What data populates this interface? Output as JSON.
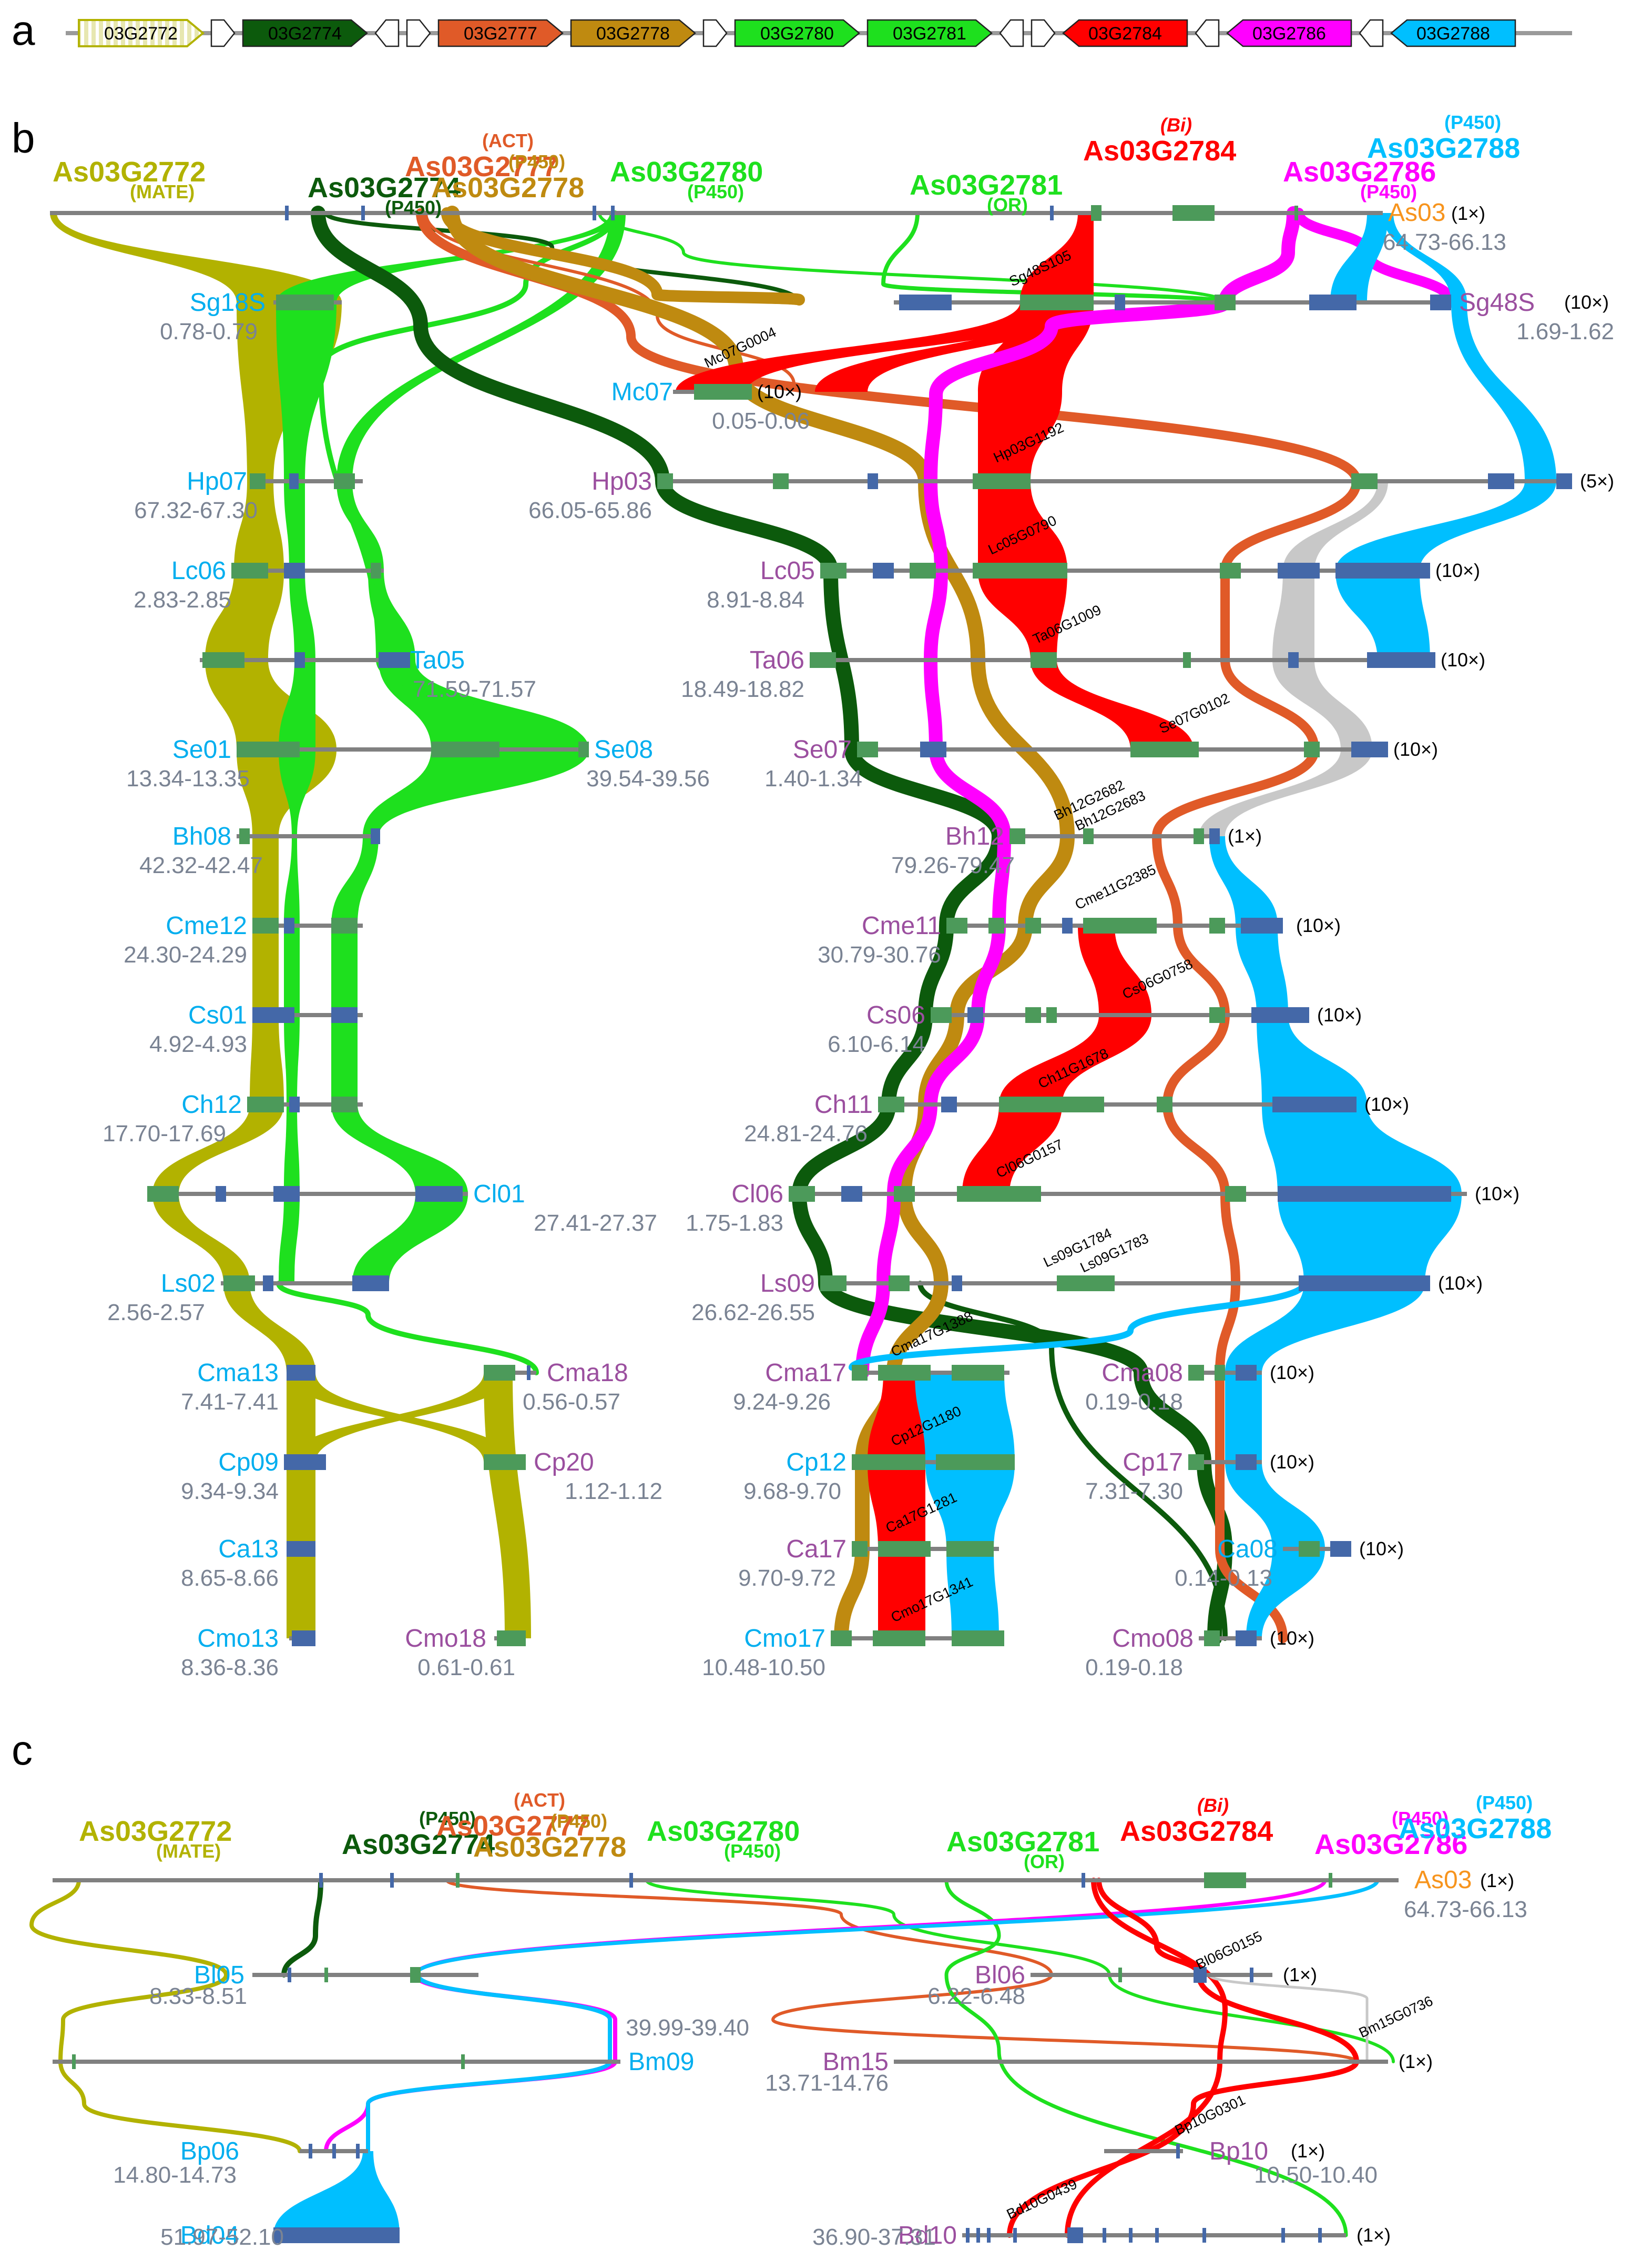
{
  "colors": {
    "mate": "#b2b200",
    "p450_2774": "#0c5a0c",
    "act": "#e05a28",
    "p450_2778": "#bf8a10",
    "p450_2780": "#1ee01e",
    "or": "#1ee01e",
    "bi": "#ff0000",
    "p450_2786": "#ff00ff",
    "p450_2788": "#00bfff",
    "chrLine": "#808080",
    "blockGreen": "#4c9a5a",
    "blockBlue": "#4468a8",
    "grey": "#c8c8c8",
    "blueName": "#00aeef",
    "purpleName": "#9b4f9f",
    "orangeName": "#f7941d"
  },
  "panel_a": {
    "letter": "a",
    "arrows": [
      {
        "label": "03G2772",
        "color": "mate",
        "hatched": true
      },
      {
        "label": "",
        "color": "white"
      },
      {
        "label": "03G2774",
        "color": "p450_2774"
      },
      {
        "label": "",
        "color": "white",
        "reverse": true
      },
      {
        "label": "",
        "color": "white"
      },
      {
        "label": "03G2777",
        "color": "act"
      },
      {
        "label": "03G2778",
        "color": "p450_2778"
      },
      {
        "label": "",
        "color": "white"
      },
      {
        "label": "03G2780",
        "color": "p450_2780"
      },
      {
        "label": "03G2781",
        "color": "or"
      },
      {
        "label": "",
        "color": "white",
        "reverse": true
      },
      {
        "label": "",
        "color": "white"
      },
      {
        "label": "03G2784",
        "color": "bi",
        "reverse": true
      },
      {
        "label": "",
        "color": "white",
        "reverse": true
      },
      {
        "label": "03G2786",
        "color": "p450_2786",
        "reverse": true
      },
      {
        "label": "",
        "color": "white",
        "reverse": true
      },
      {
        "label": "03G2788",
        "color": "p450_2788",
        "reverse": true
      }
    ]
  },
  "genes": [
    {
      "name": "As03G2772",
      "ann": "(MATE)",
      "color": "mate"
    },
    {
      "name": "As03G2774",
      "ann": "(P450)",
      "color": "p450_2774"
    },
    {
      "name": "As03G2777",
      "ann": "(ACT)",
      "color": "act"
    },
    {
      "name": "As03G2778",
      "ann": "(P450)",
      "color": "p450_2778"
    },
    {
      "name": "As03G2780",
      "ann": "(P450)",
      "color": "p450_2780"
    },
    {
      "name": "As03G2781",
      "ann": "(OR)",
      "color": "or"
    },
    {
      "name": "As03G2784",
      "ann": "(Bi)",
      "color": "bi"
    },
    {
      "name": "As03G2786",
      "ann": "(P450)",
      "color": "p450_2786"
    },
    {
      "name": "As03G2788",
      "ann": "(P450)",
      "color": "p450_2788"
    }
  ],
  "panel_b": {
    "letter": "b",
    "reference": {
      "name": "As03",
      "mult": "(1×)",
      "range": "64.73-66.13"
    },
    "left_chromosomes": [
      {
        "name": "Sg18S",
        "range": "0.78-0.79"
      },
      {
        "name": "Hp07",
        "range": "67.32-67.30"
      },
      {
        "name": "Lc06",
        "range": "2.83-2.85"
      },
      {
        "name": "Ta05",
        "range": "71.59-71.57"
      },
      {
        "name": "Se01",
        "range": "13.34-13.35"
      },
      {
        "name": "Se08",
        "range": "39.54-39.56"
      },
      {
        "name": "Bh08",
        "range": "42.32-42.47"
      },
      {
        "name": "Cme12",
        "range": "24.30-24.29"
      },
      {
        "name": "Cs01",
        "range": "4.92-4.93"
      },
      {
        "name": "Ch12",
        "range": "17.70-17.69"
      },
      {
        "name": "Cl01",
        "range": "27.41-27.37"
      },
      {
        "name": "Ls02",
        "range": "2.56-2.57"
      },
      {
        "name": "Cma13",
        "range": "7.41-7.41"
      },
      {
        "name": "Cma18",
        "range": "0.56-0.57"
      },
      {
        "name": "Cp09",
        "range": "9.34-9.34"
      },
      {
        "name": "Cp20",
        "range": "1.12-1.12"
      },
      {
        "name": "Ca13",
        "range": "8.65-8.66"
      },
      {
        "name": "Cmo13",
        "range": "8.36-8.36"
      },
      {
        "name": "Cmo18",
        "range": "0.61-0.61"
      }
    ],
    "right_chromosomes": [
      {
        "name": "Sg48S",
        "mult": "(10×)",
        "range": "1.69-1.62"
      },
      {
        "name": "Mc07",
        "mult": "(10×)",
        "range": "0.05-0.06"
      },
      {
        "name": "Hp03",
        "mult": "(5×)",
        "range": "66.05-65.86"
      },
      {
        "name": "Lc05",
        "mult": "(10×)",
        "range": "8.91-8.84"
      },
      {
        "name": "Ta06",
        "mult": "(10×)",
        "range": "18.49-18.82"
      },
      {
        "name": "Se07",
        "mult": "(10×)",
        "range": "1.40-1.34"
      },
      {
        "name": "Bh12",
        "mult": "(1×)",
        "range": "79.26-79.47"
      },
      {
        "name": "Cme11",
        "mult": "(10×)",
        "range": "30.79-30.76"
      },
      {
        "name": "Cs06",
        "mult": "(10×)",
        "range": "6.10-6.14"
      },
      {
        "name": "Ch11",
        "mult": "(10×)",
        "range": "24.81-24.76"
      },
      {
        "name": "Cl06",
        "mult": "(10×)",
        "range": "1.75-1.83"
      },
      {
        "name": "Ls09",
        "mult": "(10×)",
        "range": "26.62-26.55"
      },
      {
        "name": "Cma17",
        "range": "9.24-9.26"
      },
      {
        "name": "Cma08",
        "mult": "(10×)",
        "range": "0.19-0.18"
      },
      {
        "name": "Cp12",
        "range": "9.68-9.70"
      },
      {
        "name": "Cp17",
        "mult": "(10×)",
        "range": "7.31-7.30"
      },
      {
        "name": "Ca17",
        "range": "9.70-9.72"
      },
      {
        "name": "Ca08",
        "mult": "(10×)",
        "range": "0.14-0.13"
      },
      {
        "name": "Cmo17",
        "range": "10.48-10.50"
      },
      {
        "name": "Cmo08",
        "mult": "(10×)",
        "range": "0.19-0.18"
      }
    ],
    "gene_ids": [
      "Sg48S105",
      "Mc07G0004",
      "Hp03G1192",
      "Lc05G0790",
      "Ta06G1009",
      "Se07G0102",
      "Bh12G2682",
      "Bh12G2683",
      "Cme11G2385",
      "Cs06G0758",
      "Ch11G1678",
      "Cl06G0157",
      "Ls09G1784",
      "Ls09G1783",
      "Cma17G1388",
      "Cp12G1180",
      "Ca17G1281",
      "Cmo17G1341"
    ]
  },
  "panel_c": {
    "letter": "c",
    "reference": {
      "name": "As03",
      "mult": "(1×)",
      "range": "64.73-66.13"
    },
    "chromosomes": [
      {
        "name": "Bl05",
        "range": "8.33-8.51"
      },
      {
        "name": "Bm09",
        "range": "39.99-39.40"
      },
      {
        "name": "Bp06",
        "range": "14.80-14.73"
      },
      {
        "name": "Bd04",
        "range": "51.97-52.10"
      },
      {
        "name": "Bl06",
        "mult": "(1×)",
        "range": "6.22-6.48"
      },
      {
        "name": "Bm15",
        "mult": "(1×)",
        "range": "13.71-14.76"
      },
      {
        "name": "Bp10",
        "mult": "(1×)",
        "range": "10.50-10.40"
      },
      {
        "name": "Bd10",
        "mult": "(1×)",
        "range": "36.90-37.31"
      }
    ],
    "gene_ids": [
      "Bl06G0155",
      "Bm15G0736",
      "Bp10G0301",
      "Bd10G0439"
    ]
  }
}
